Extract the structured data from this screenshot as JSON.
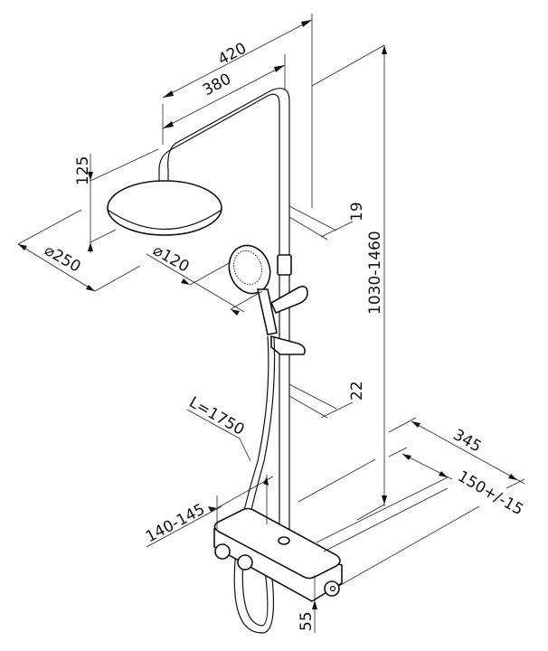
{
  "title": "Shower system dimensional drawing",
  "dimensions": {
    "width_outer": "420",
    "width_arm": "380",
    "head_height": "125",
    "head_diameter": "⌀250",
    "handshower_diameter": "⌀120",
    "pipe_diameter": "19",
    "total_height": "1030-1460",
    "slider_pipe": "22",
    "hose_length": "L=1750",
    "depth": "345",
    "wall_distance": "150+/-15",
    "outlet_height": "140-145",
    "box_height": "55"
  },
  "colors": {
    "line": "#111111",
    "background": "#ffffff"
  }
}
